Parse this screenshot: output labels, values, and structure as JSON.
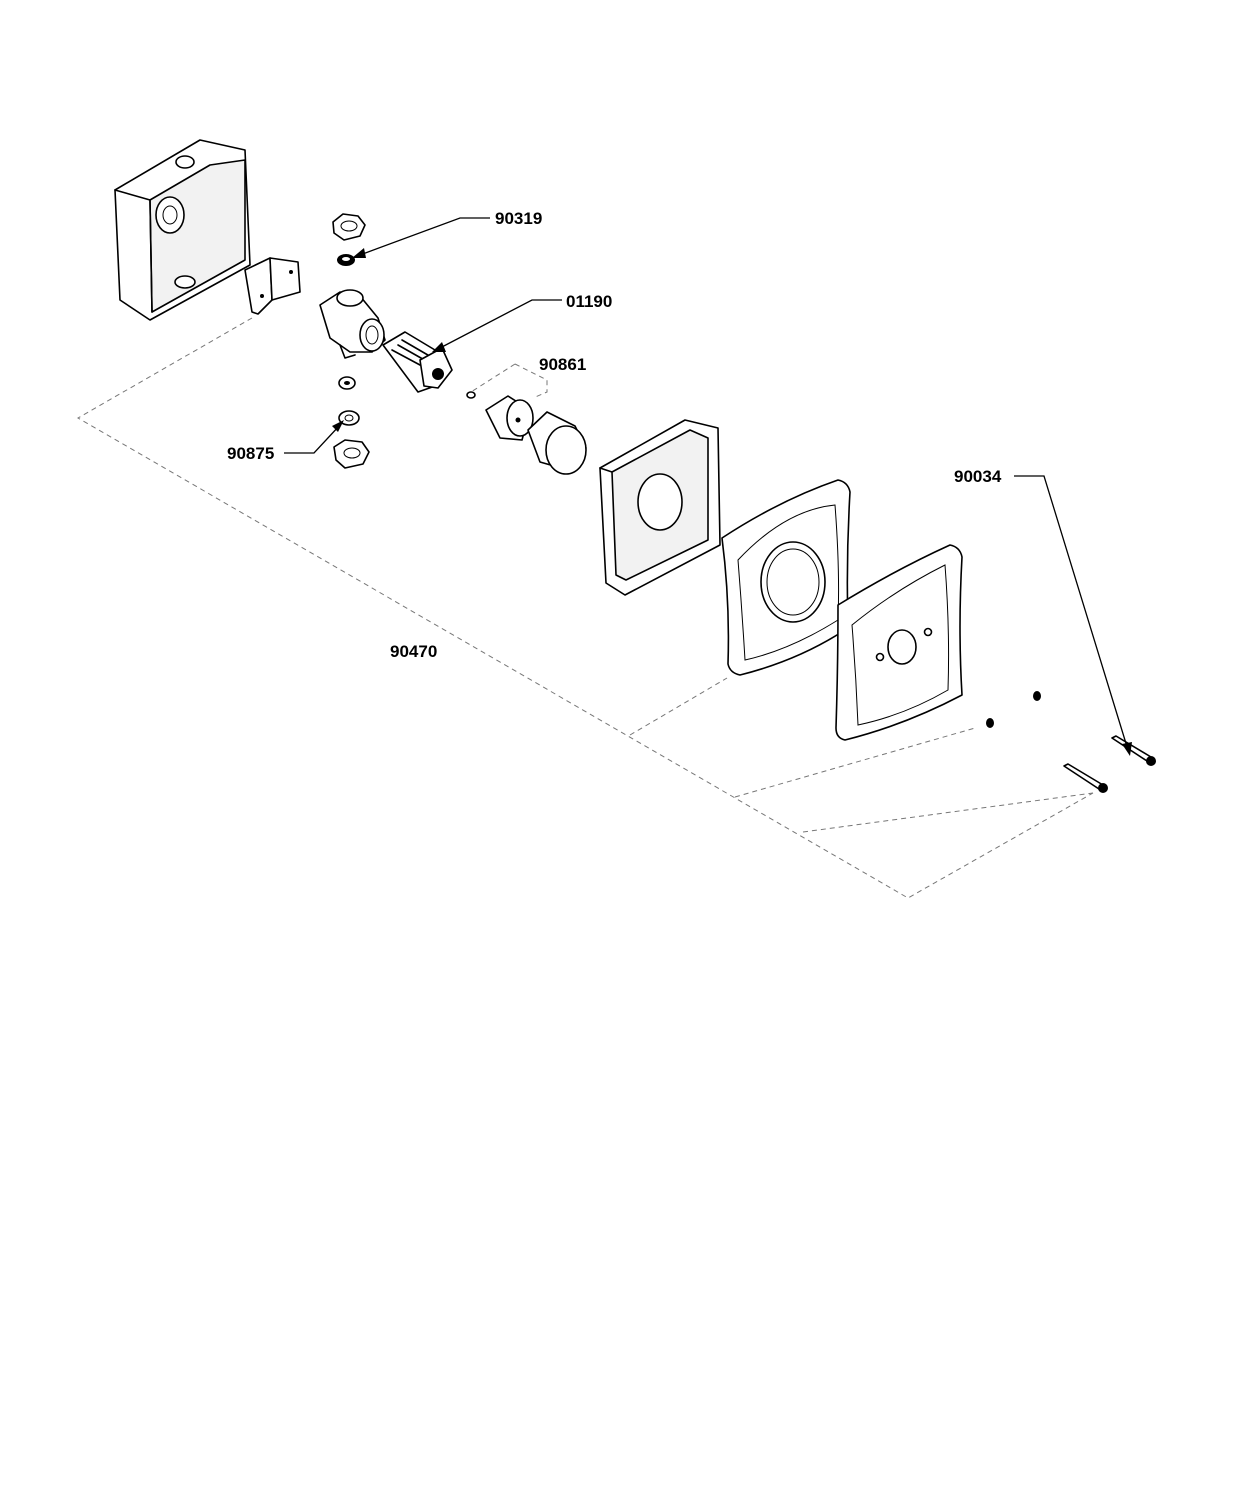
{
  "callouts": {
    "c90319": "90319",
    "c01190": "01190",
    "c90861": "90861",
    "c90875": "90875",
    "c90034": "90034",
    "c90470": "90470"
  }
}
